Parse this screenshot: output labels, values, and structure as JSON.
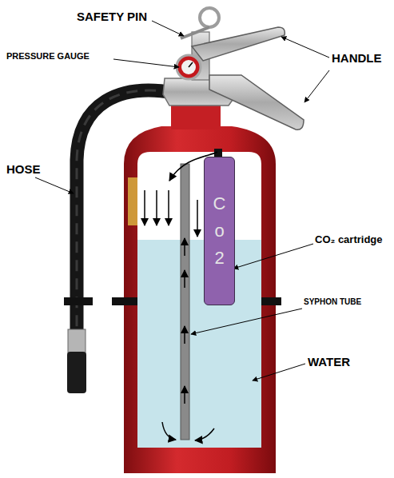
{
  "diagram": {
    "nodes": [
      {
        "text": [
          "C o 2"
        ]
      }
    ],
    "labels": [
      "SAFETY PIN",
      "PRESSURE GAUGE",
      "HANDLE",
      "HOSE",
      "CO₂ cartridge",
      "SYPHON TUBE",
      "WATER"
    ]
  }
}
